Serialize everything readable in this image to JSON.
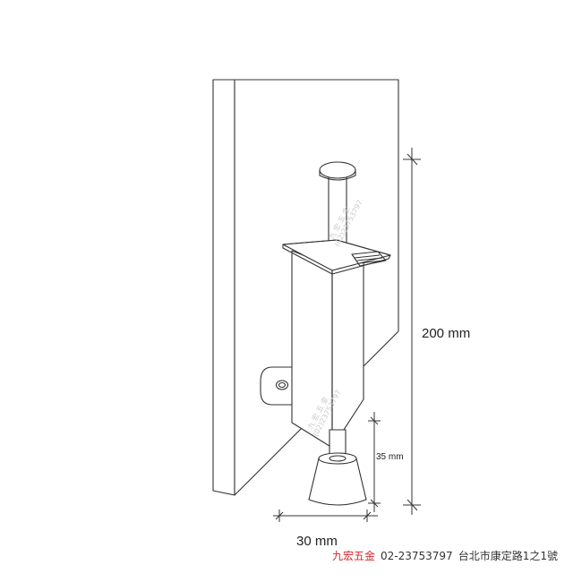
{
  "dimensions": {
    "height_label": "200 mm",
    "base_width_label": "30 mm",
    "travel_label": "35 mm"
  },
  "watermark": {
    "brand": "九宏五金",
    "phone": "(02)23753797"
  },
  "footer": {
    "brand": "九宏五金",
    "phone": "02-23753797",
    "address": "台北市康定路1之1號"
  },
  "colors": {
    "line": "#333333",
    "brand_red": "#d9262a",
    "watermark": "#c9c9c9"
  }
}
